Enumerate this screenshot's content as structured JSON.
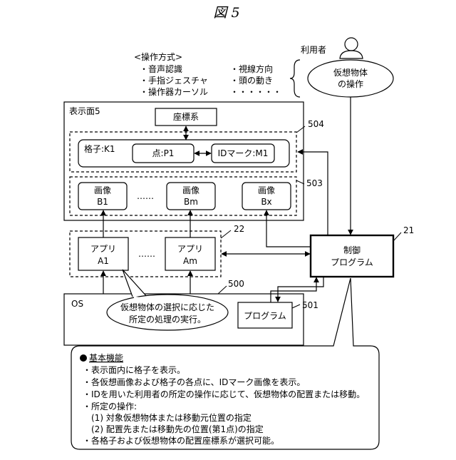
{
  "figure_title": "図 5",
  "methods": {
    "heading": "<操作方式>",
    "col1": [
      "・音声認識",
      "・手指ジェスチャ",
      "・操作器カーソル"
    ],
    "col2": [
      "・視線方向",
      "・頭の動き",
      "・・・・・・"
    ]
  },
  "user": {
    "label": "利用者",
    "bubble_line1": "仮想物体",
    "bubble_line2": "の操作"
  },
  "display": {
    "label": "表示面5",
    "coordinate_system": "座標系",
    "group_504_ref": "504",
    "grid_label": "格子:K1",
    "point_label": "点:P1",
    "id_mark_label": "IDマーク:M1",
    "group_503_ref": "503",
    "images": [
      {
        "line1": "画像",
        "line2": "B1"
      },
      {
        "line1": "画像",
        "line2": "Bm"
      },
      {
        "line1": "画像",
        "line2": "Bx"
      }
    ],
    "images_ellipsis": "……"
  },
  "apps": {
    "ref": "22",
    "items": [
      {
        "line1": "アプリ",
        "line2": "A1"
      },
      {
        "line1": "アプリ",
        "line2": "Am"
      }
    ],
    "ellipsis": "……"
  },
  "control": {
    "line1": "制御",
    "line2": "プログラム",
    "ref": "21"
  },
  "os": {
    "label": "OS",
    "ref": "500",
    "program_label": "プログラム",
    "program_ref": "501",
    "bubble_line1": "仮想物体の選択に応じた",
    "bubble_line2": "所定の処理の実行。"
  },
  "basic": {
    "heading": "基本機能",
    "lines": [
      "・表示面内に格子を表示。",
      "・各仮想画像および格子の各点に、IDマーク画像を表示。",
      "・IDを用いた利用者の所定の操作に応じて、仮想物体の配置または移動。",
      "・所定の操作:",
      "(1) 対象仮想物体または移動元位置の指定",
      "(2) 配置先または移動先の位置(第1点)の指定",
      "・各格子および仮想物体の配置座標系が選択可能。"
    ]
  }
}
